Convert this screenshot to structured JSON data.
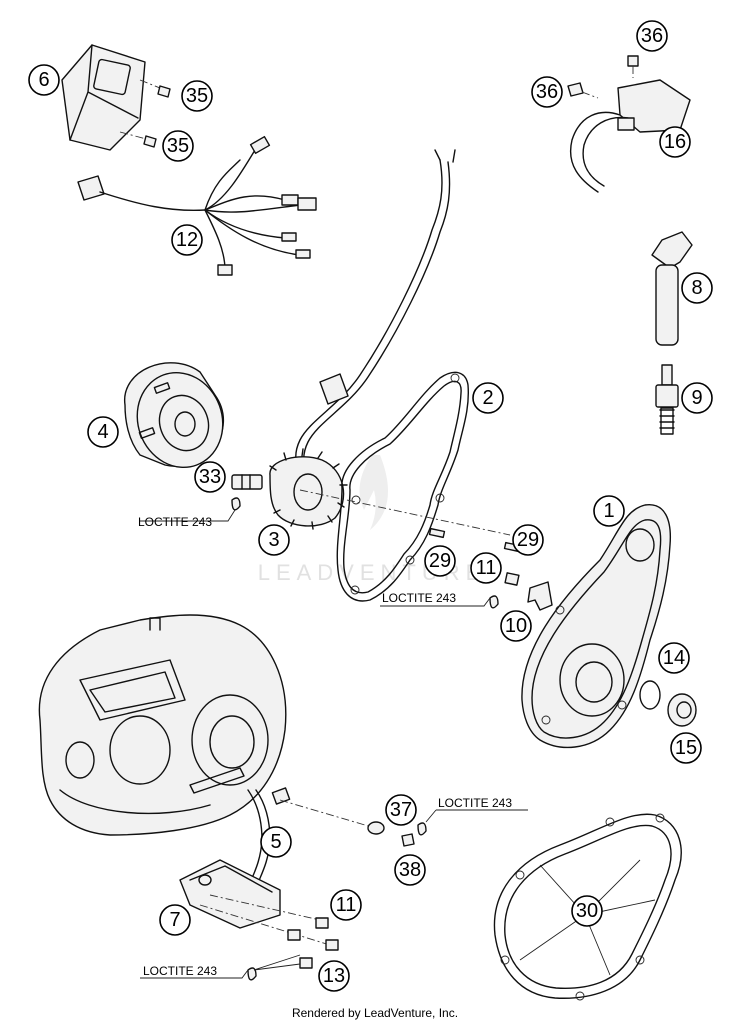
{
  "callouts": [
    {
      "id": "c6",
      "label": "6"
    },
    {
      "id": "c35a",
      "label": "35"
    },
    {
      "id": "c35b",
      "label": "35"
    },
    {
      "id": "c12",
      "label": "12"
    },
    {
      "id": "c36a",
      "label": "36"
    },
    {
      "id": "c36b",
      "label": "36"
    },
    {
      "id": "c16",
      "label": "16"
    },
    {
      "id": "c8",
      "label": "8"
    },
    {
      "id": "c9",
      "label": "9"
    },
    {
      "id": "c2",
      "label": "2"
    },
    {
      "id": "c4",
      "label": "4"
    },
    {
      "id": "c33",
      "label": "33"
    },
    {
      "id": "c3",
      "label": "3"
    },
    {
      "id": "c29a",
      "label": "29"
    },
    {
      "id": "c29b",
      "label": "29"
    },
    {
      "id": "c11a",
      "label": "11"
    },
    {
      "id": "c10",
      "label": "10"
    },
    {
      "id": "c1",
      "label": "1"
    },
    {
      "id": "c14",
      "label": "14"
    },
    {
      "id": "c15",
      "label": "15"
    },
    {
      "id": "c5",
      "label": "5"
    },
    {
      "id": "c37",
      "label": "37"
    },
    {
      "id": "c38",
      "label": "38"
    },
    {
      "id": "c7",
      "label": "7"
    },
    {
      "id": "c11b",
      "label": "11"
    },
    {
      "id": "c13",
      "label": "13"
    },
    {
      "id": "c30",
      "label": "30"
    }
  ],
  "loctite_labels": [
    {
      "id": "lt1",
      "text": "LOCTITE 243"
    },
    {
      "id": "lt2",
      "text": "LOCTITE 243"
    },
    {
      "id": "lt3",
      "text": "LOCTITE 243"
    },
    {
      "id": "lt4",
      "text": "LOCTITE 243"
    }
  ],
  "watermark": "LEADVENTURE",
  "footer": "Rendered by LeadVenture, Inc."
}
